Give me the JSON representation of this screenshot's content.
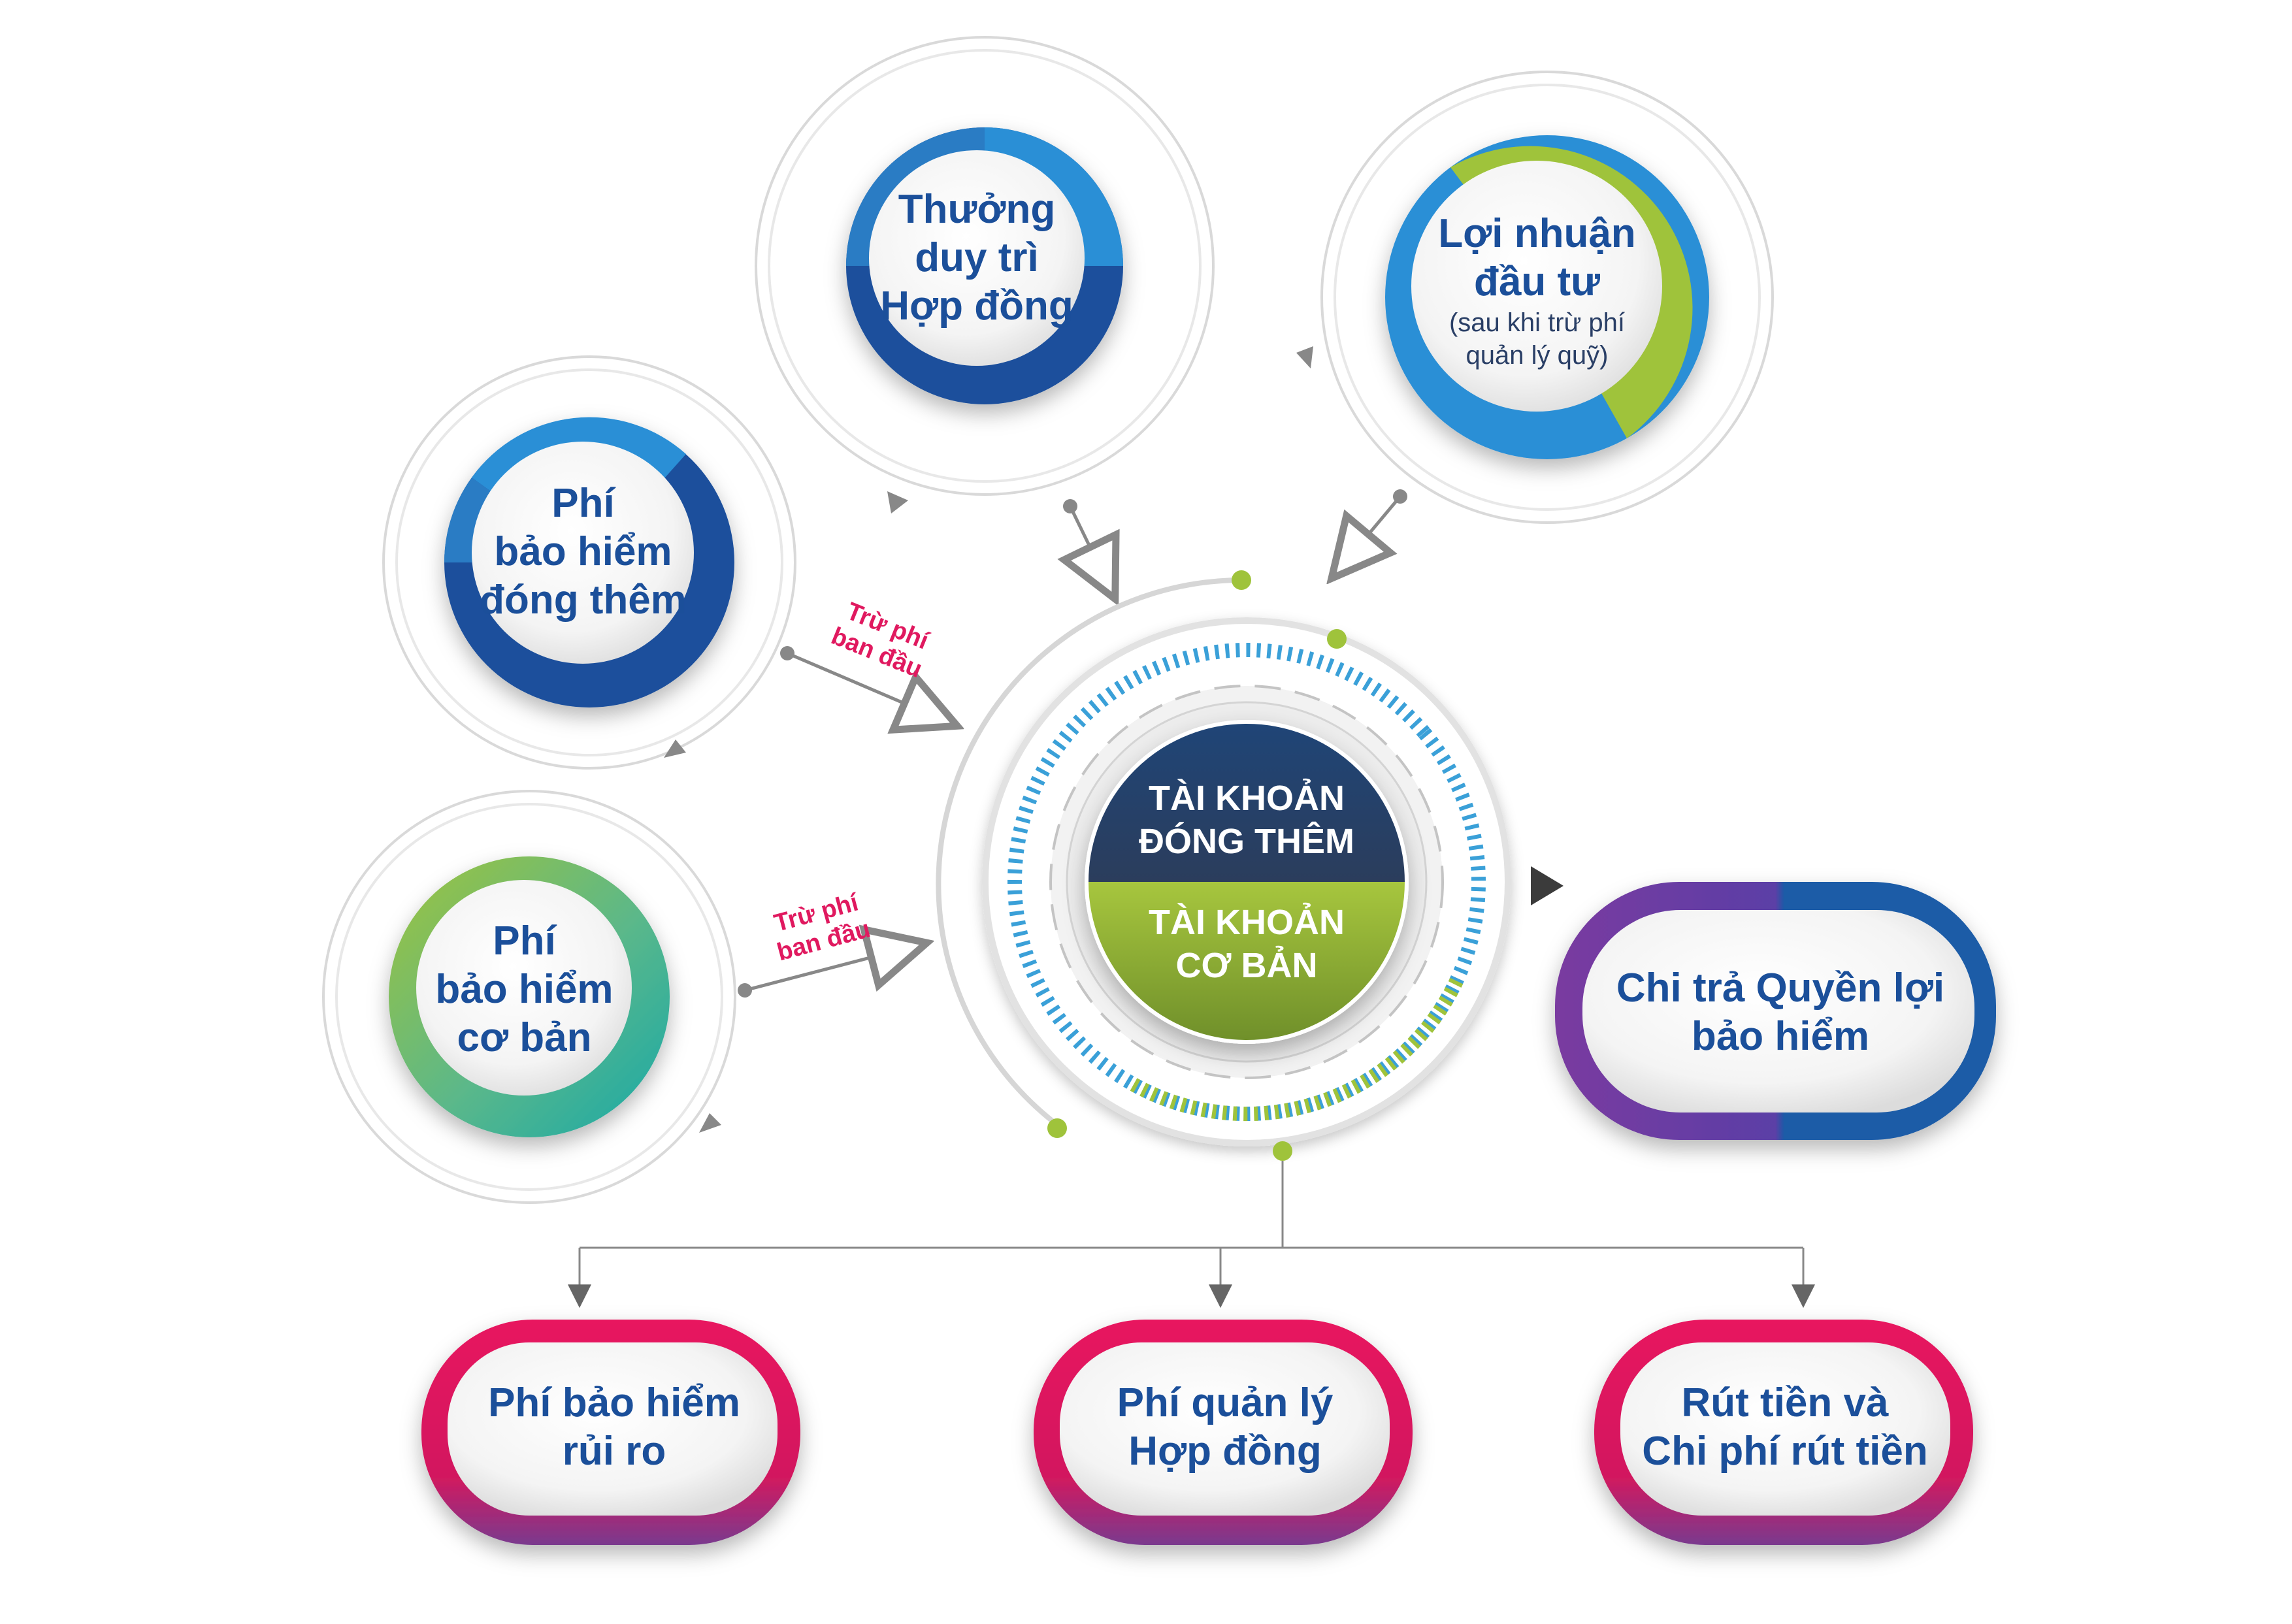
{
  "nodes": {
    "bonus": [
      "Thưởng",
      "duy trì",
      "Hợp đồng"
    ],
    "investment": {
      "lines": [
        "Lợi nhuận",
        "đầu tư"
      ],
      "note": [
        "(sau khi trừ phí",
        "quản lý quỹ)"
      ]
    },
    "extra_premium": [
      "Phí",
      "bảo hiểm",
      "đóng thêm"
    ],
    "basic_premium": [
      "Phí",
      "bảo hiểm",
      "cơ bản"
    ],
    "top_account": [
      "TÀI KHOẢN",
      "ĐÓNG THÊM"
    ],
    "basic_account": [
      "TÀI KHOẢN",
      "CƠ BẢN"
    ],
    "benefit": [
      "Chi trả Quyền lợi",
      "bảo hiểm"
    ],
    "risk_fee": [
      "Phí bảo hiểm",
      "rủi ro"
    ],
    "admin_fee": [
      "Phí quản lý",
      "Hợp đồng"
    ],
    "withdrawal": [
      "Rút tiền và",
      "Chi phí rút tiền"
    ]
  },
  "deduction_labels": {
    "extra": [
      "Trừ phí",
      "ban đầu"
    ],
    "basic": [
      "Trừ phí",
      "ban đầu"
    ]
  },
  "colors": {
    "blue_dark": "#1a4f9c",
    "blue_light": "#2b8fd6",
    "green": "#9fc33b",
    "teal": "#1aa9a0",
    "navy": "#203c66",
    "purple": "#6a3c9a",
    "crimson": "#e0195f",
    "text_blue": "#1b4f9a",
    "gray": "#9a9a9a"
  }
}
